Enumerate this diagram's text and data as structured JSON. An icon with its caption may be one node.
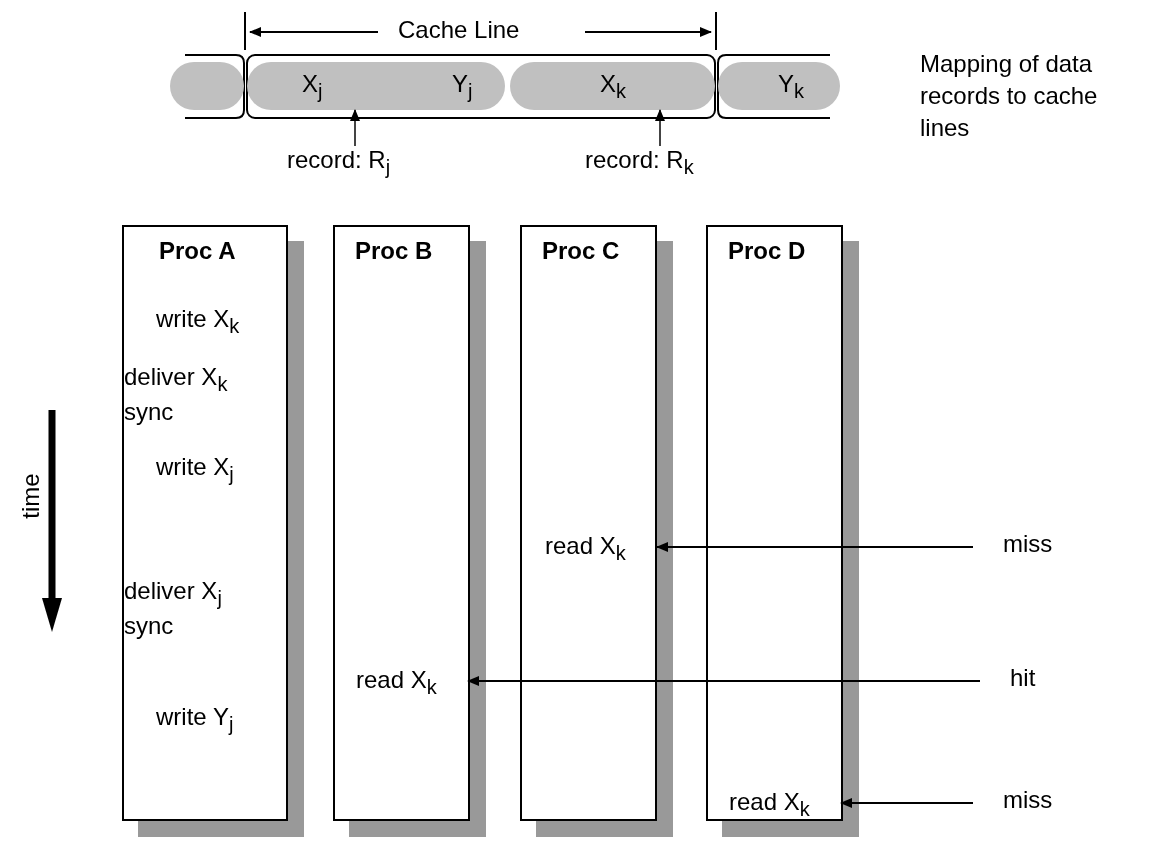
{
  "diagram": {
    "nodes": [
      {
        "text": [],
        "shape": "box"
      },
      {
        "text": [
          "X$_{j}$",
          "Y$_{j}$"
        ]
      },
      {
        "text": [
          "X$_{k}$"
        ]
      },
      {
        "text": [
          "Y$_{k}$"
        ]
      },
      {
        "text": [
          "record: R$_{j}$"
        ]
      },
      {
        "text": [
          "record: R$_{k}$"
        ]
      },
      {
        "text": [
          "Proc A",
          "write X$_{k}$",
          "deliver X$_{k}$ sync",
          "write X$_{j}$",
          "deliver X$_{j}$ sync",
          "write Y$_{j}$"
        ]
      },
      {
        "text": [
          "Proc B"
        ]
      },
      {
        "text": [
          "Proc C"
        ]
      },
      {
        "text": [
          "Proc D"
        ]
      },
      {
        "text": [
          "read X$_{k}$"
        ],
        "in": 8
      },
      {
        "text": [
          "miss"
        ]
      },
      {
        "text": [
          "read X$_{k}$"
        ],
        "in": 7
      },
      {
        "text": [
          "hit"
        ]
      },
      {
        "text": [
          "read X$_{k}$"
        ],
        "in": 9
      },
      {
        "text": [
          "miss"
        ]
      }
    ],
    "edges": [
      {
        "from": 4,
        "to": 1,
        "arrow": "to"
      },
      {
        "from": 5,
        "to": 2,
        "arrow": "to"
      },
      {
        "from": 11,
        "to": 10,
        "arrow": "to"
      },
      {
        "from": 13,
        "to": 12,
        "arrow": "to"
      },
      {
        "from": 15,
        "to": 14,
        "arrow": "to"
      }
    ],
    "labels": [
      "Cache Line",
      "Mapping of data records to cache lines",
      "time"
    ]
  }
}
